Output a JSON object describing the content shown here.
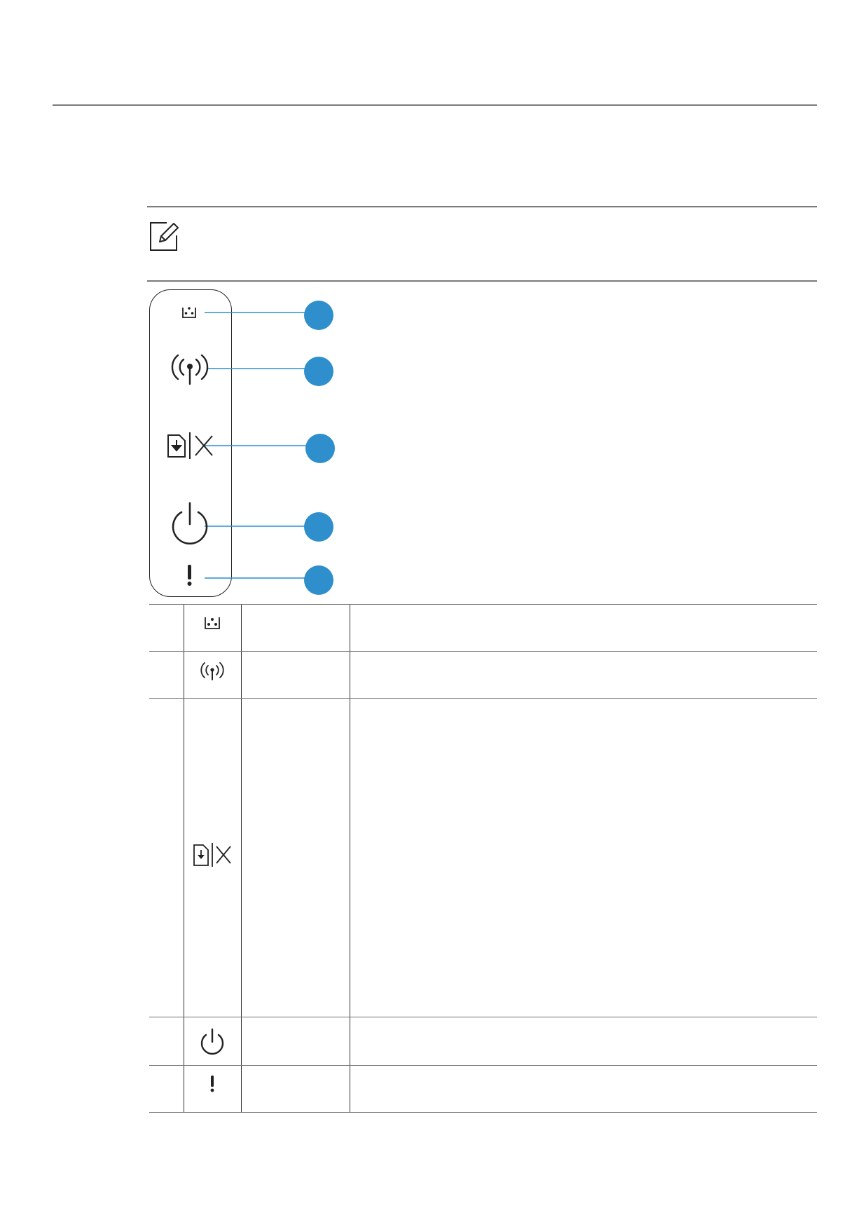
{
  "note": {
    "icon": "pencil-note-icon"
  },
  "panel": {
    "buttons": [
      {
        "name": "toner",
        "icon": "toner-icon"
      },
      {
        "name": "wireless",
        "icon": "wireless-icon"
      },
      {
        "name": "print-cancel",
        "icon": "print-cancel-icon"
      },
      {
        "name": "power",
        "icon": "power-icon"
      },
      {
        "name": "status",
        "icon": "status-icon"
      }
    ],
    "callout_color": "#2f8fcc"
  },
  "table": {
    "rows": [
      {
        "icon": "toner-icon",
        "label": "",
        "description": ""
      },
      {
        "icon": "wireless-icon",
        "label": "",
        "description": ""
      },
      {
        "icon": "print-cancel-icon",
        "label": "",
        "description": ""
      },
      {
        "icon": "power-icon",
        "label": "",
        "description": ""
      },
      {
        "icon": "status-icon",
        "label": "",
        "description": ""
      }
    ]
  }
}
